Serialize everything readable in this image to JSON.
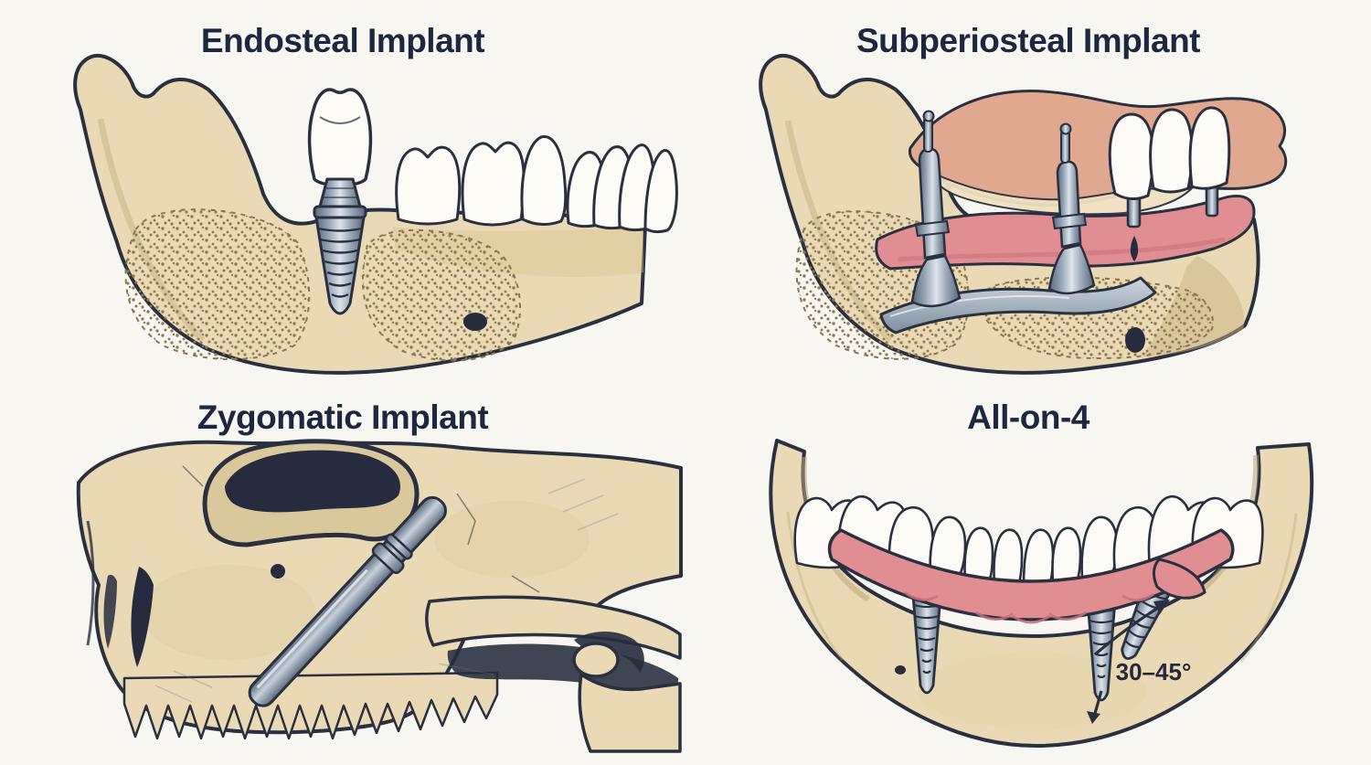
{
  "page": {
    "background": "#f8f6f0"
  },
  "panels": [
    {
      "id": "endosteal",
      "title": "Endosteal Implant"
    },
    {
      "id": "subperiosteal",
      "title": "Subperiosteal Implant"
    },
    {
      "id": "zygomatic",
      "title": "Zygomatic Implant"
    },
    {
      "id": "all-on-4",
      "title": "All-on-4",
      "angle_label": "30–45°"
    }
  ],
  "colors": {
    "title": "#1c2742",
    "ink": "#2a3040",
    "bone": "#e9dab5",
    "bone_shade": "#d8c391",
    "stipple": "#8d7a50",
    "tooth": "#fcfbf6",
    "gum": "#e08e92",
    "gum_dark": "#c9717b",
    "flesh": "#e0a98f",
    "cream": "#efe0bf",
    "metal_light": "#dde4ea",
    "metal_mid": "#9aa9b8",
    "metal_dark": "#59697c",
    "cavity": "#262c3e"
  }
}
